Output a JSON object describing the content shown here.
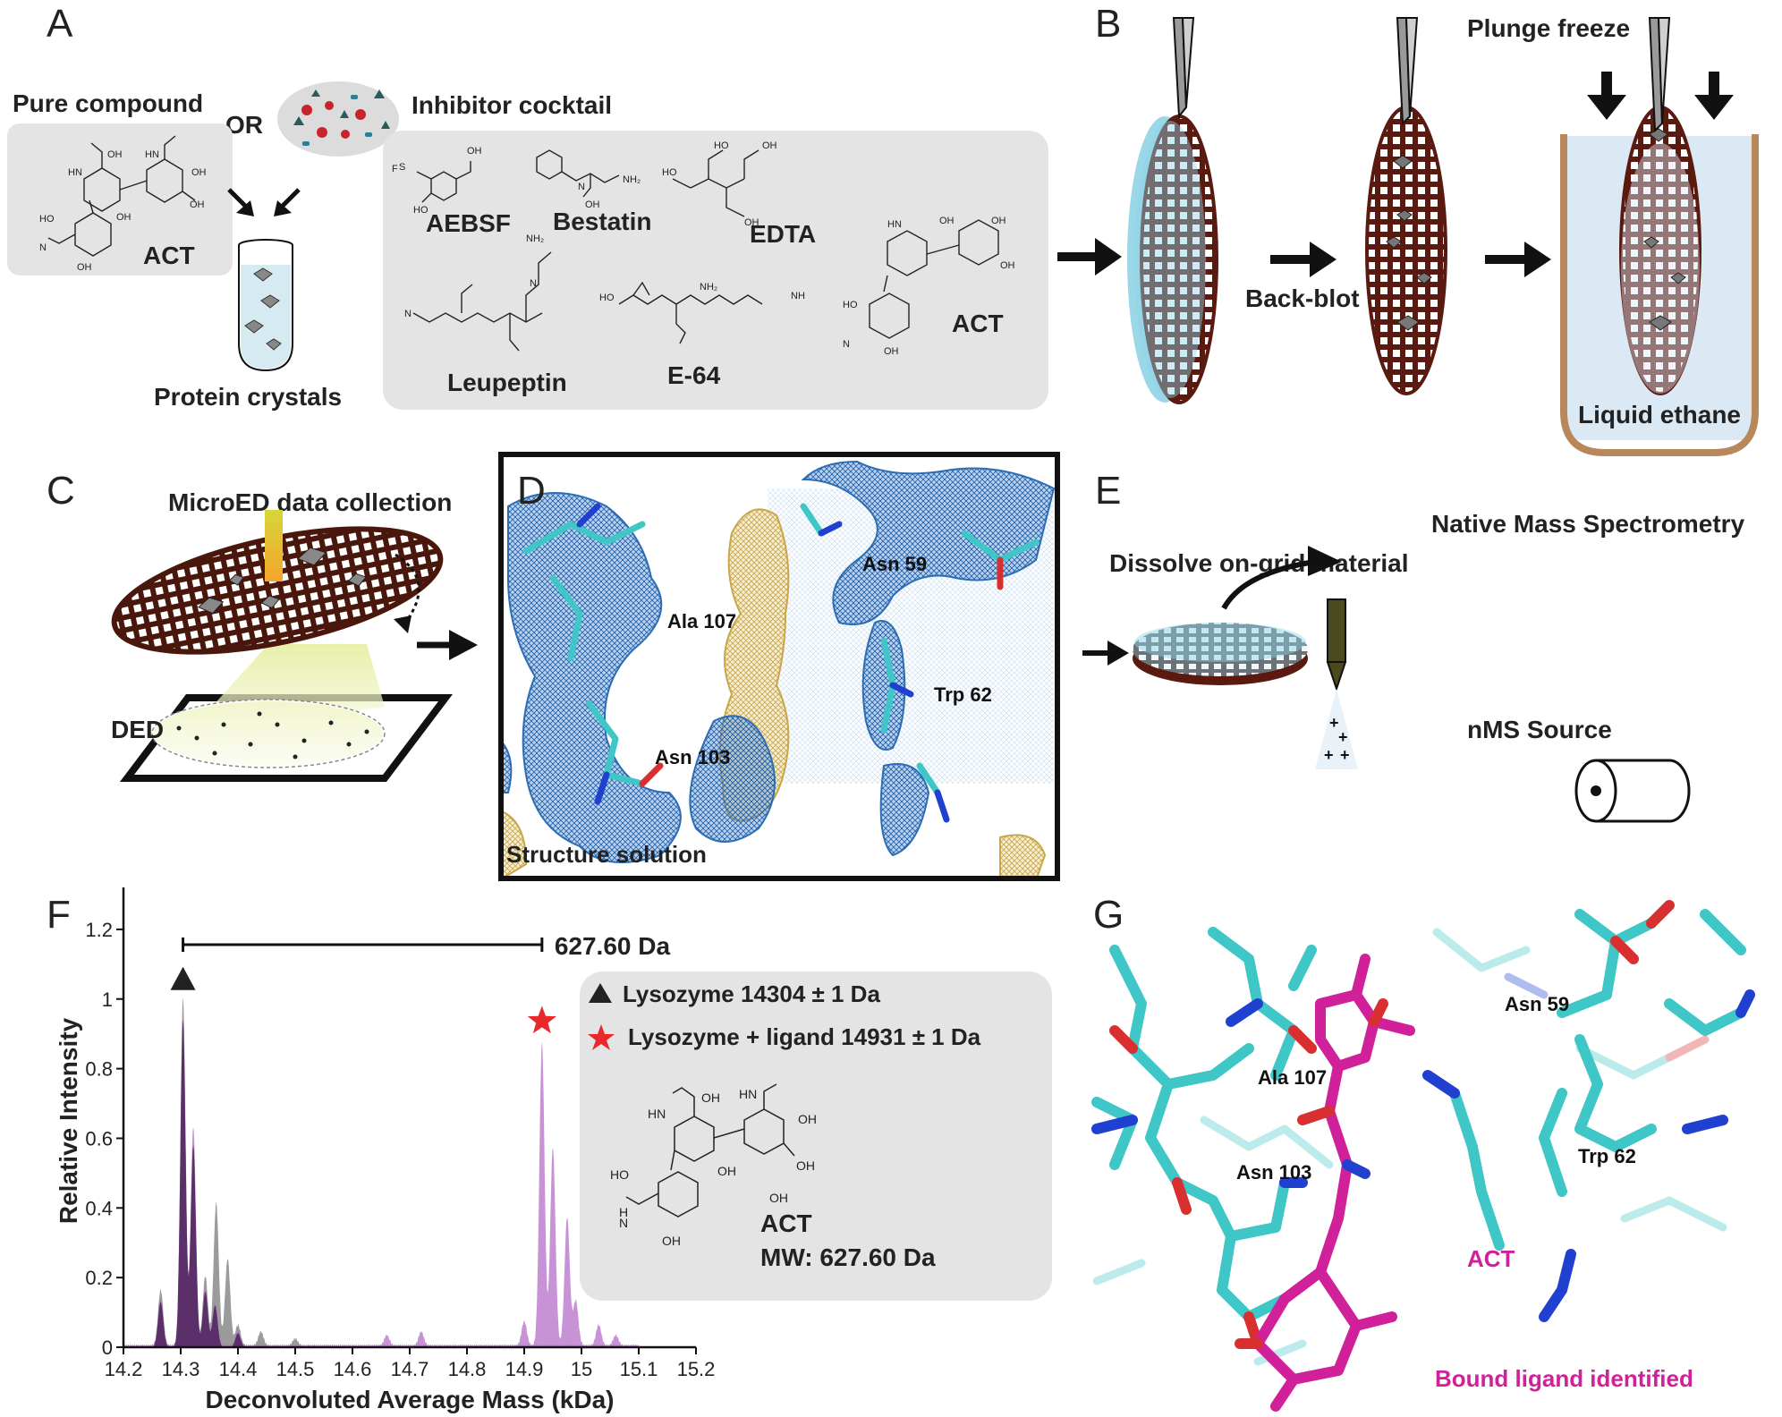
{
  "panels": {
    "A": {
      "letter": "A",
      "pure_compound": "Pure compound",
      "or": "OR",
      "inhibitor_cocktail": "Inhibitor cocktail",
      "act_left": "ACT",
      "protein_crystals": "Protein crystals",
      "inhibitors": [
        "AEBSF",
        "Bestatin",
        "EDTA",
        "Leupeptin",
        "E-64",
        "ACT"
      ]
    },
    "B": {
      "letter": "B",
      "back_blot": "Back-blot",
      "plunge_freeze": "Plunge freeze",
      "liquid_ethane": "Liquid ethane"
    },
    "C": {
      "letter": "C",
      "microed": "MicroED data collection",
      "ded": "DED"
    },
    "D": {
      "letter": "D",
      "residues": [
        "Asn 59",
        "Ala 107",
        "Trp 62",
        "Asn 103"
      ],
      "structure_solution": "Structure solution"
    },
    "E": {
      "letter": "E",
      "dissolve": "Dissolve on-grid material",
      "native_ms": "Native Mass Spectrometry",
      "nms_source": "nMS Source"
    },
    "F": {
      "letter": "F",
      "bracket_label": "627.60 Da",
      "legend_lyso": "Lysozyme 14304 ± 1 Da",
      "legend_ligand": "Lysozyme + ligand 14931 ± 1 Da",
      "act": "ACT",
      "mw": "MW: 627.60 Da"
    },
    "G": {
      "letter": "G",
      "residues": [
        "Asn 59",
        "Ala 107",
        "Trp 62",
        "Asn 103"
      ],
      "act": "ACT",
      "bound": "Bound ligand identified"
    }
  },
  "colors": {
    "grid_brown": "#5a1a10",
    "grid_blue": "#8fd3e6",
    "box_gray": "#e4e4e4",
    "lysozyme_gray": "#8a8a8a",
    "ligand_purple": "#b46fc8",
    "overlap_purple": "#5b2f6a",
    "star_red": "#e8282b",
    "act_magenta": "#d0209a",
    "carbon_cyan": "#3fc6c6"
  },
  "chart_data": {
    "type": "line",
    "xlabel": "Deconvoluted Average Mass (kDa)",
    "ylabel": "Relative Intensity",
    "xlim": [
      14.2,
      15.2
    ],
    "ylim": [
      0,
      1.3
    ],
    "xticks": [
      "14.2",
      "14.3",
      "14.4",
      "14.5",
      "14.6",
      "14.7",
      "14.8",
      "14.9",
      "15",
      "15.1",
      "15.2"
    ],
    "yticks": [
      "0",
      "0.2",
      "0.4",
      "0.6",
      "0.8",
      "1",
      "1.2"
    ],
    "series": [
      {
        "name": "Lysozyme 14304 ± 1 Da",
        "color": "#8a8a8a",
        "peaks": [
          [
            14.265,
            0.16
          ],
          [
            14.304,
            1.0
          ],
          [
            14.322,
            0.58
          ],
          [
            14.343,
            0.2
          ],
          [
            14.362,
            0.41
          ],
          [
            14.382,
            0.25
          ],
          [
            14.4,
            0.06
          ],
          [
            14.44,
            0.04
          ],
          [
            14.5,
            0.02
          ]
        ]
      },
      {
        "name": "Lysozyme + ligand 14931 ± 1 Da",
        "color": "#b46fc8",
        "peaks": [
          [
            14.265,
            0.13
          ],
          [
            14.304,
            0.94
          ],
          [
            14.322,
            0.63
          ],
          [
            14.343,
            0.16
          ],
          [
            14.36,
            0.12
          ],
          [
            14.4,
            0.04
          ],
          [
            14.66,
            0.03
          ],
          [
            14.72,
            0.04
          ],
          [
            14.9,
            0.07
          ],
          [
            14.931,
            0.87
          ],
          [
            14.95,
            0.57
          ],
          [
            14.975,
            0.37
          ],
          [
            14.99,
            0.13
          ],
          [
            15.03,
            0.06
          ],
          [
            15.06,
            0.03
          ]
        ]
      }
    ]
  }
}
